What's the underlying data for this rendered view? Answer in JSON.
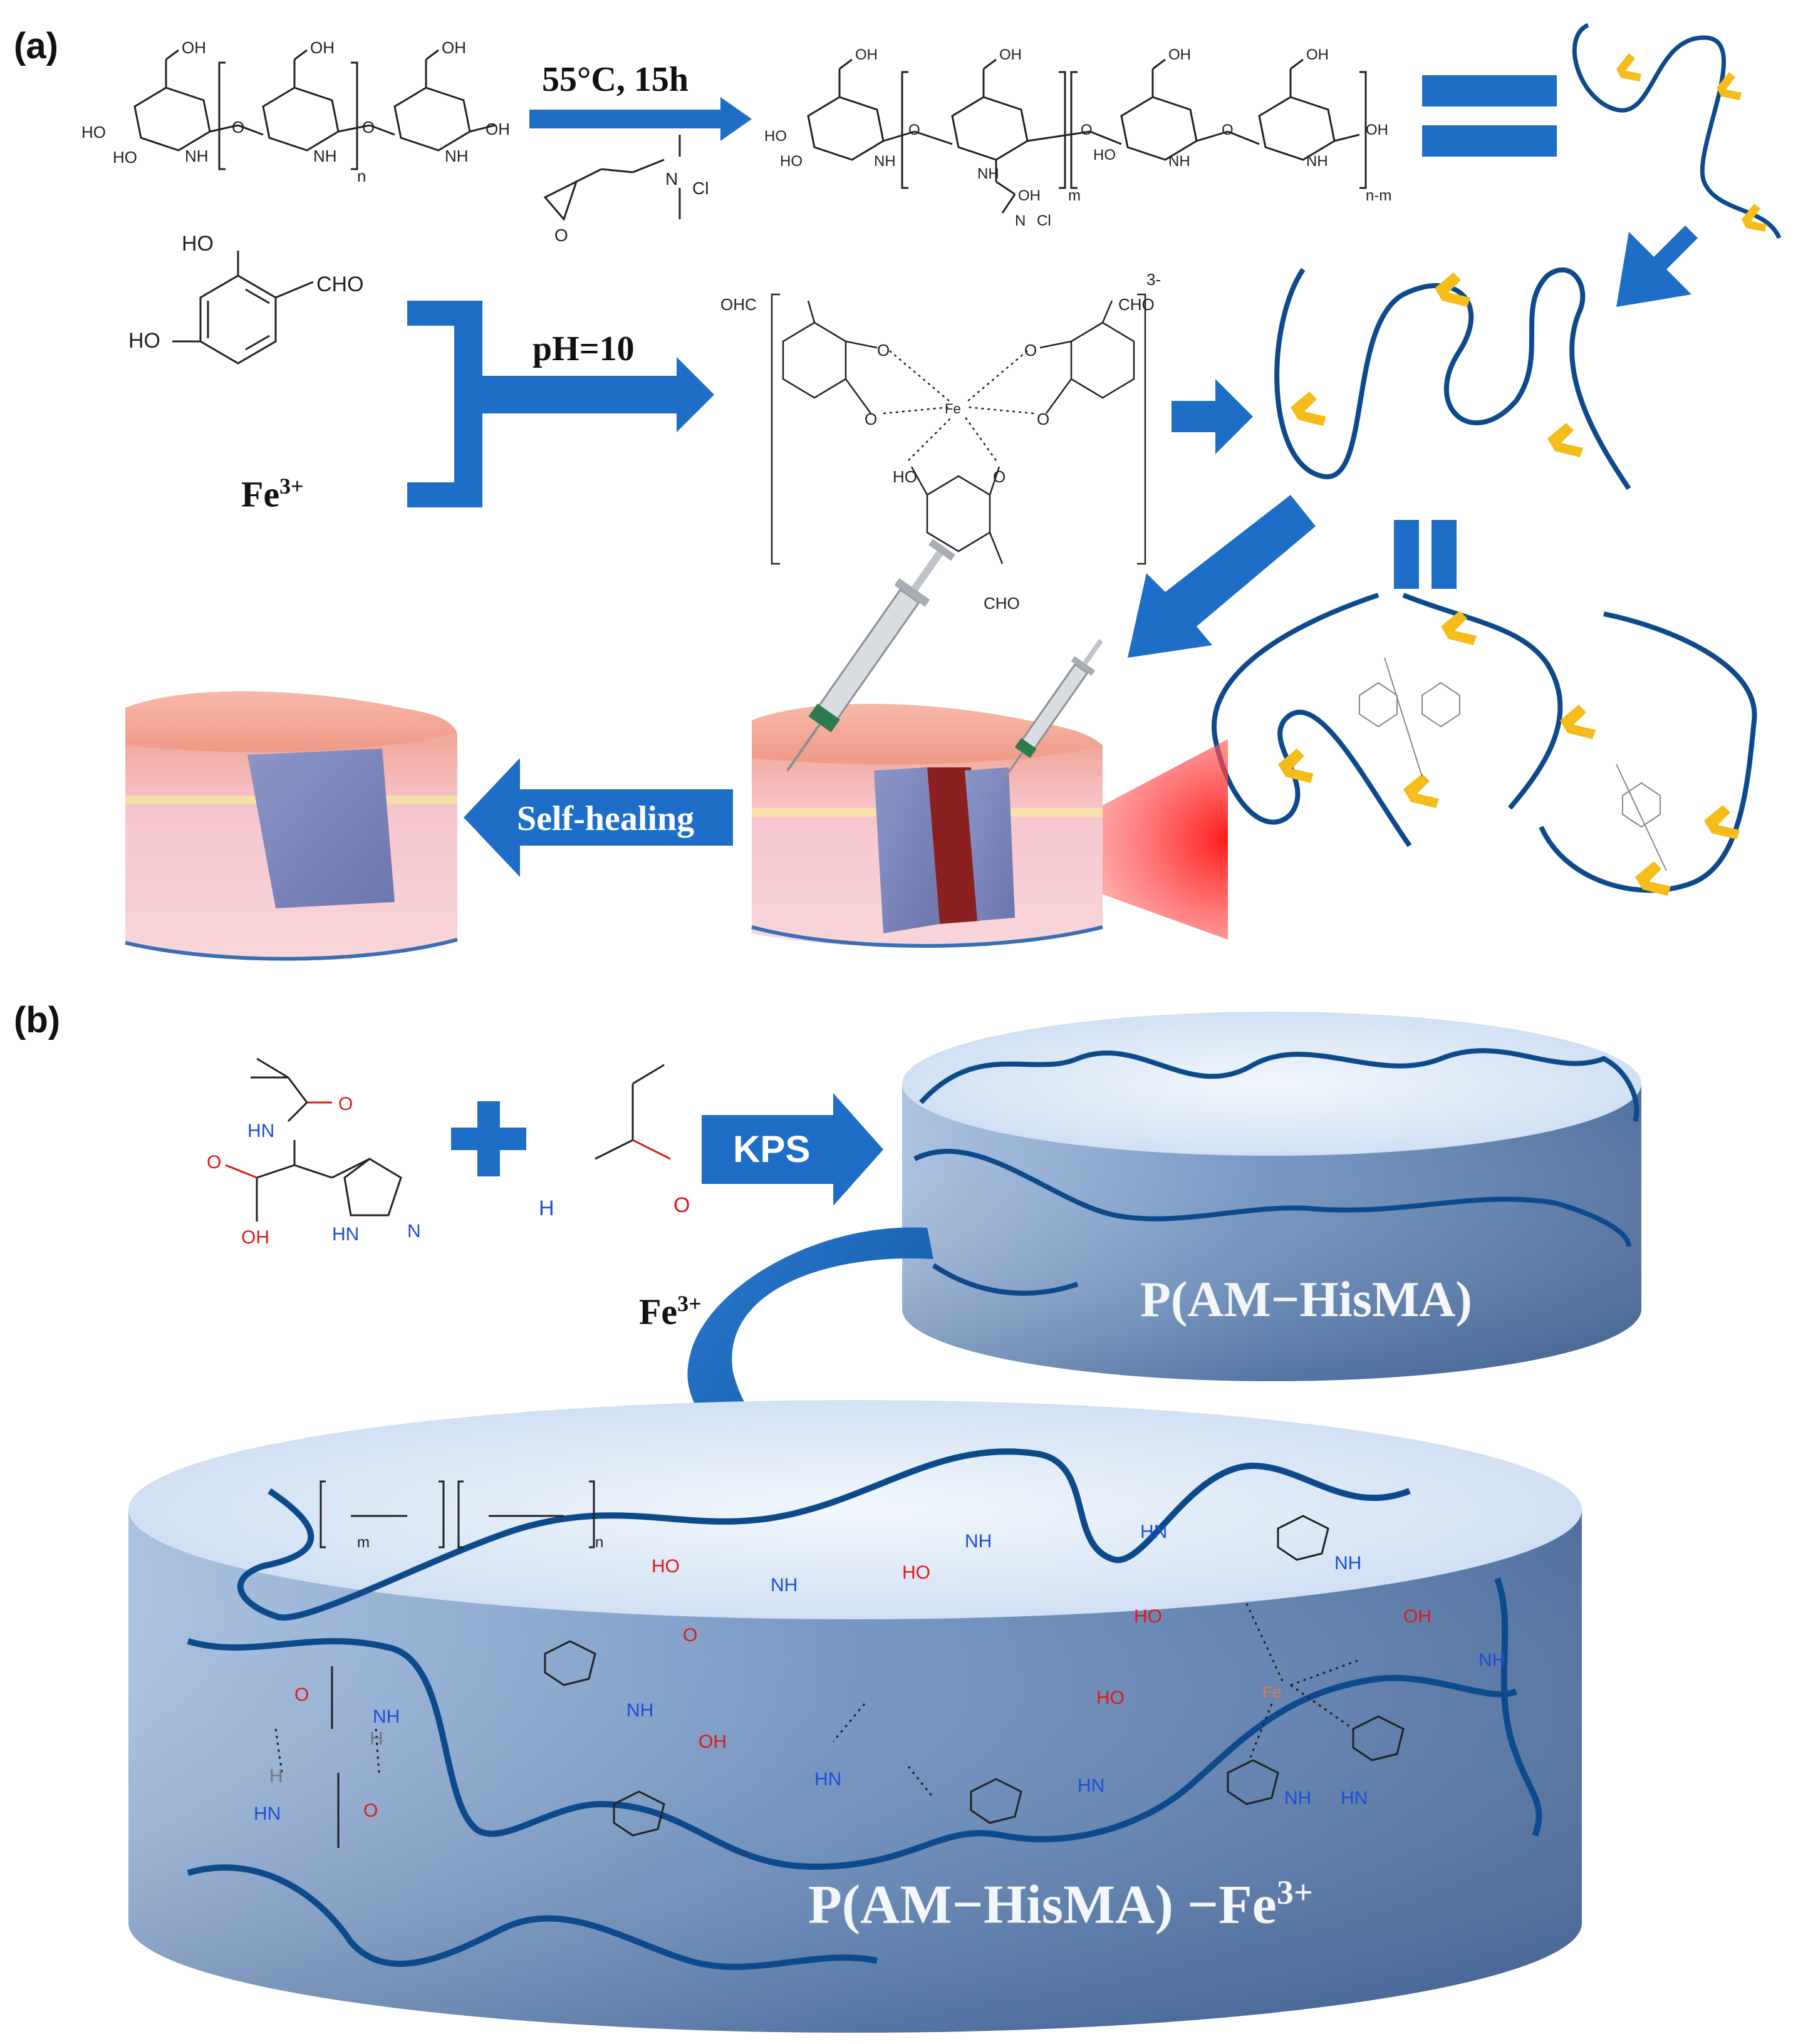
{
  "panel_a": {
    "label": "(a)",
    "reaction1_condition": "55°C, 15h",
    "reaction2_condition": "pH=10",
    "fe_label": "Fe",
    "fe_charge": "3+",
    "injectable_label": "Injectable",
    "self_healing_label": "Self-healing",
    "complex_charge": "3-",
    "chem_text": {
      "oh": "OH",
      "ho": "HO",
      "nh2": "NH",
      "nh": "NH",
      "cho": "CHO",
      "ohc": "OHC",
      "o": "O",
      "cl": "Cl",
      "n_plus": "N",
      "n_sub": "n",
      "m_sub": "m",
      "nm_sub": "n-m",
      "fe_center": "Fe"
    }
  },
  "panel_b": {
    "label": "(b)",
    "reaction_condition": "KPS",
    "fe_label": "Fe",
    "fe_charge": "3+",
    "gel1_label": "P(AM−HisMA)",
    "gel2_label_main": "P(AM−HisMA) −Fe",
    "gel2_label_charge": "3+",
    "chem_text": {
      "hn": "HN",
      "nh": "NH",
      "h2n": "H",
      "n": "N",
      "o": "O",
      "oh": "OH",
      "ho": "HO",
      "h": "H",
      "m": "m",
      "n_sub": "n"
    }
  },
  "colors": {
    "arrow_blue": "#1e6ec8",
    "chain_blue": "#0d4a8c",
    "ligand_yellow": "#f5bc1a",
    "gel_top": "#dde9f7",
    "gel_side": "#5b7fae",
    "heat_red": "#ff2020",
    "oxygen_red": "#e01818",
    "nitrogen_blue": "#1a4fd8"
  }
}
